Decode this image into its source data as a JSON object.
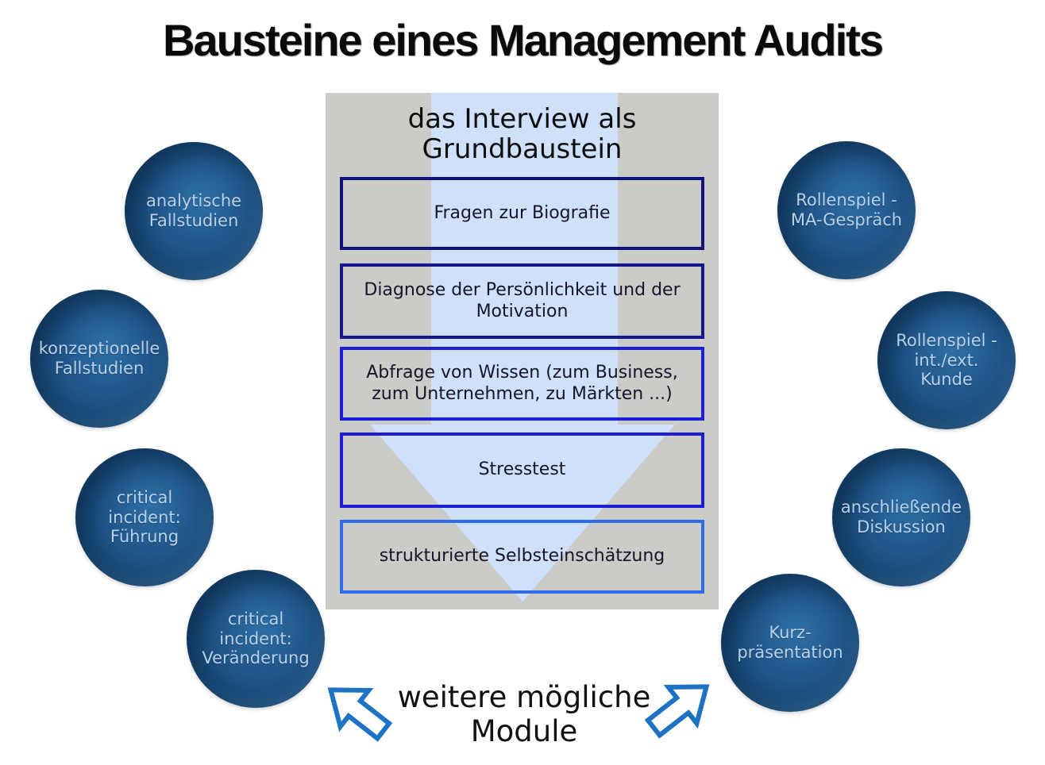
{
  "title": "Bausteine eines Management Audits",
  "center_panel": {
    "heading": "das Interview als\nGrundbaustein",
    "boxes": [
      {
        "label": "Fragen zur Biografie",
        "border_color": "#11117e"
      },
      {
        "label": "Diagnose der Persönlichkeit und der Motivation",
        "border_color": "#16168f"
      },
      {
        "label": "Abfrage von Wissen (zum Business, zum Unternehmen, zu Märkten ...)",
        "border_color": "#1d1dd6"
      },
      {
        "label": "Stresstest",
        "border_color": "#1d1dd6"
      },
      {
        "label": "strukturierte Selbsteinschätzung",
        "border_color": "#2d6be8"
      }
    ]
  },
  "modules_left": [
    {
      "label": "analytische\nFallstudien"
    },
    {
      "label": "konzeptionelle\nFallstudien"
    },
    {
      "label": "critical\nincident:\nFührung"
    },
    {
      "label": "critical\nincident:\nVeränderung"
    }
  ],
  "modules_right": [
    {
      "label": "Rollenspiel -\nMA-Gespräch"
    },
    {
      "label": "Rollenspiel -\nint./ext.\nKunde"
    },
    {
      "label": "anschließende\nDiskussion"
    },
    {
      "label": "Kurz-\npräsentation"
    }
  ],
  "footer": {
    "label": "weitere mögliche\nModule"
  },
  "colors": {
    "panel_gray": "#cbcbc8",
    "flow_arrow_fill": "#cfe0fa",
    "sphere_blue": "#1d568a",
    "sphere_text": "#b9d2ea",
    "outline_arrow_blue": "#1e72c4",
    "box_text": "#15152a",
    "title_black": "#0a0a0a"
  }
}
